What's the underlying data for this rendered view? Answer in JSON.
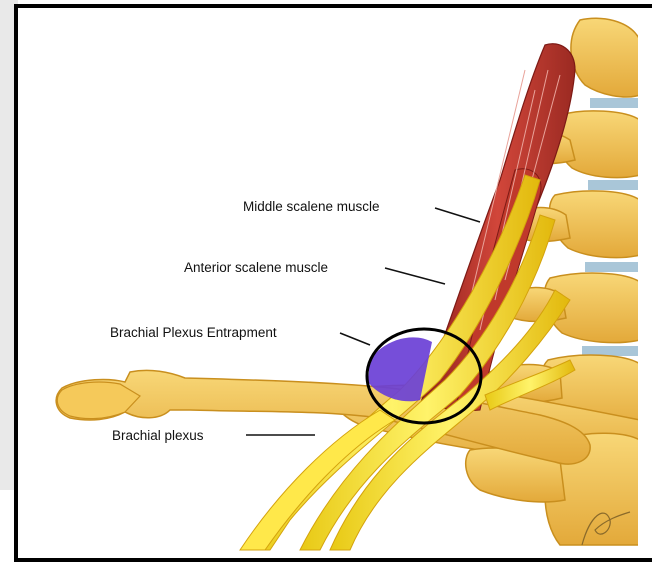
{
  "labels": {
    "middle_scalene": "Middle scalene muscle",
    "anterior_scalene": "Anterior scalene muscle",
    "entrapment": "Brachial Plexus Entrapment",
    "brachial_plexus": "Brachial plexus"
  },
  "colors": {
    "bone": "#f2c14e",
    "bone_shadow": "#c98f1e",
    "muscle": "#c0392b",
    "nerve": "#f7e21a",
    "entrapment_fill": "#6a3fd6",
    "circle_stroke": "#000000",
    "disc": "#a9c6d8"
  }
}
